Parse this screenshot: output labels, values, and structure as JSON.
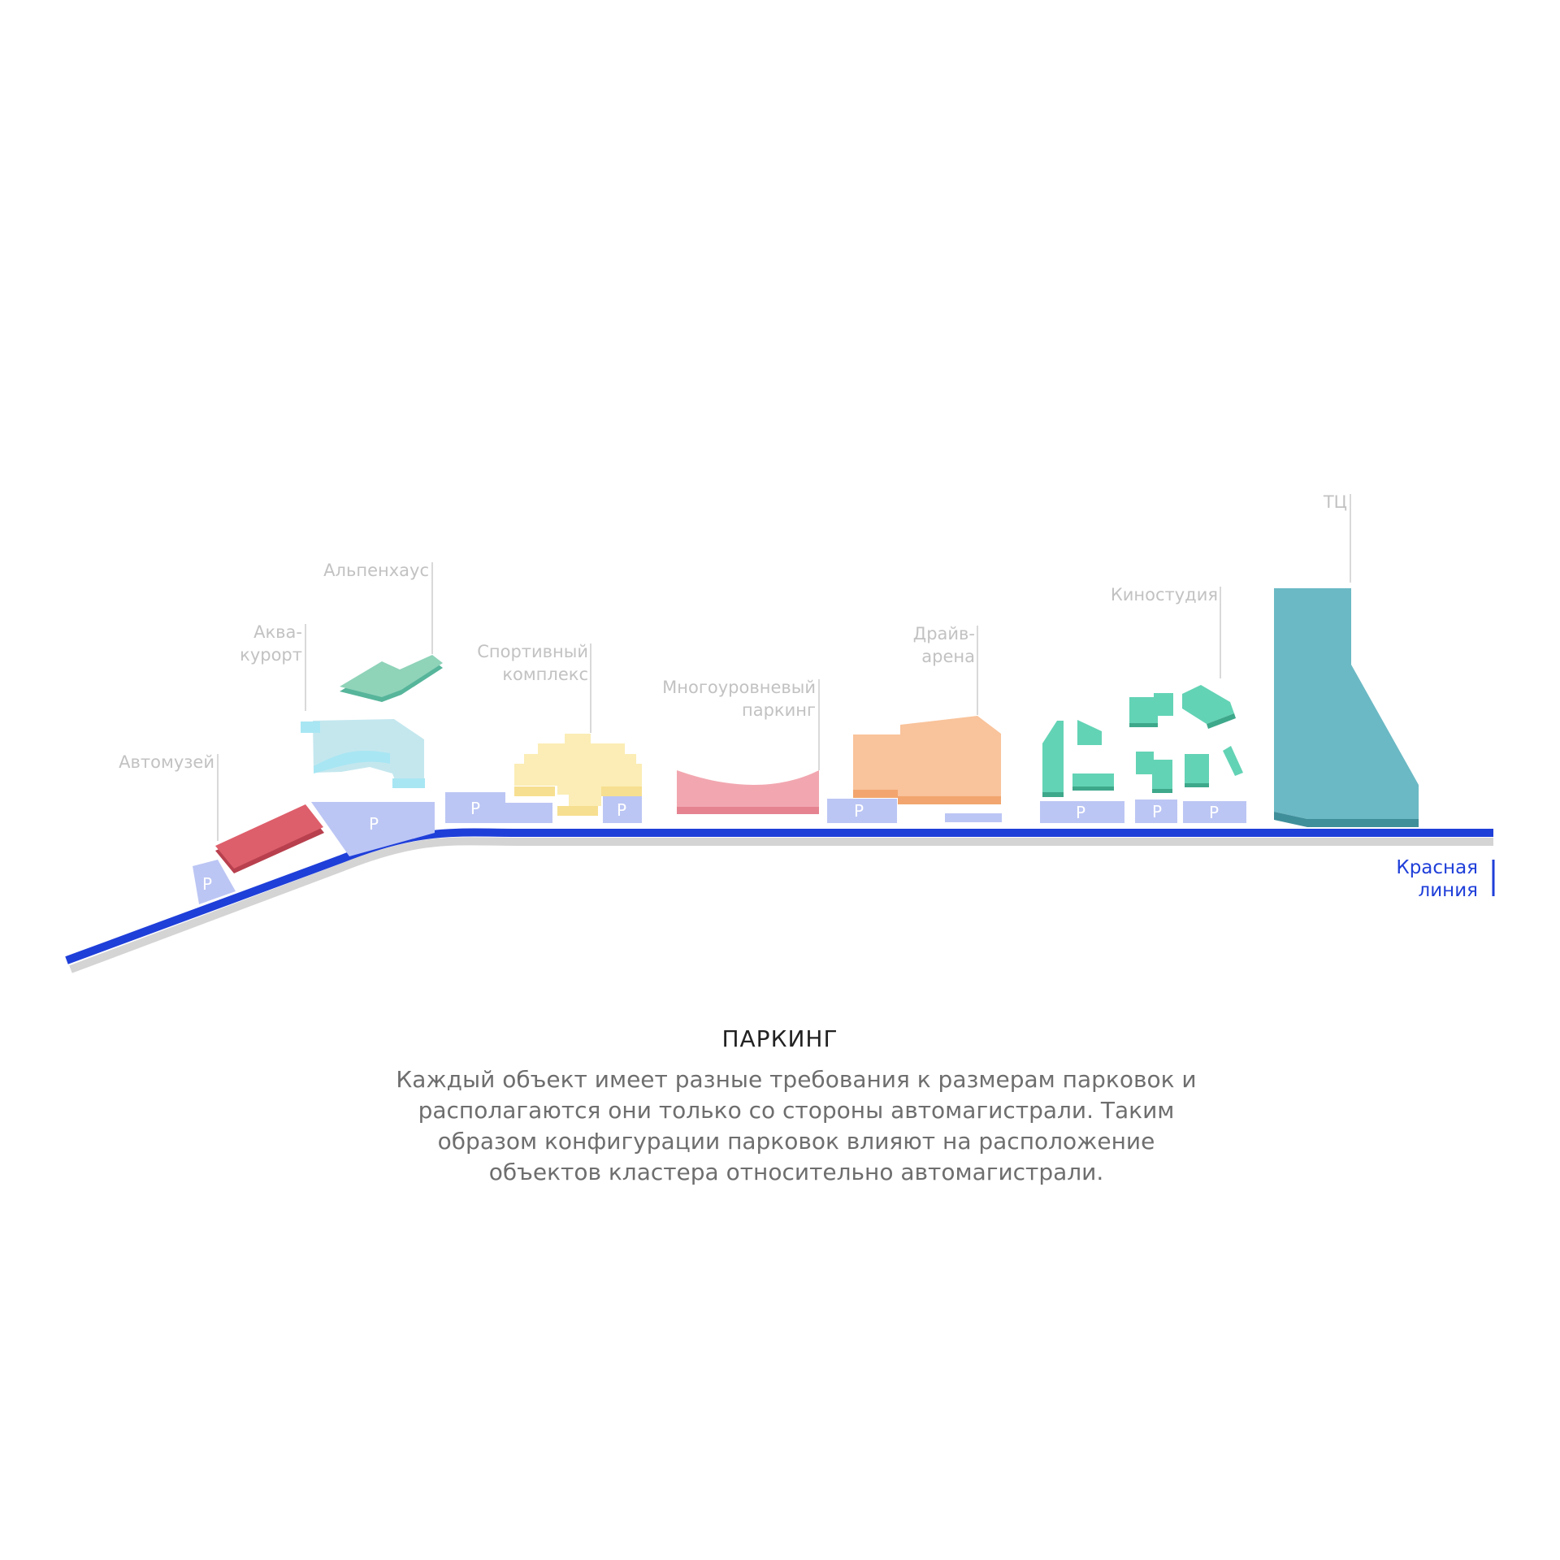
{
  "labels": {
    "automuseum": "Автомузей",
    "aqua": "Аква-\nкурорт",
    "alpine": "Альпенхаус",
    "sport": "Спортивный\nкомплекс",
    "multilevel": "Многоуровневый\nпаркинг",
    "drive": "Драйв-\nарена",
    "cinema": "Киностудия",
    "mall": "ТЦ"
  },
  "parking_symbol": "P",
  "red_line_label": "Красная\nлиния",
  "title": "ПАРКИНГ",
  "description": "Каждый объект имеет разные требования к размерам парковок и располагаются они только со стороны автомагистрали. Таким образом конфигурации парковок влияют на расположение объектов кластера относительно автомагистрали.",
  "colors": {
    "road": "#1f3fd9",
    "road_shadow": "#d4d4d4",
    "parking": "#bcc6f4",
    "automuseum": "#dd5f6b",
    "aqua": "#c4e7ee",
    "alpine": "#8fd3b9",
    "sport": "#fbedb5",
    "multilevel": "#f2a7b0",
    "drive": "#f9c39b",
    "cinema": "#63d3b5",
    "mall": "#6bb9c4"
  }
}
